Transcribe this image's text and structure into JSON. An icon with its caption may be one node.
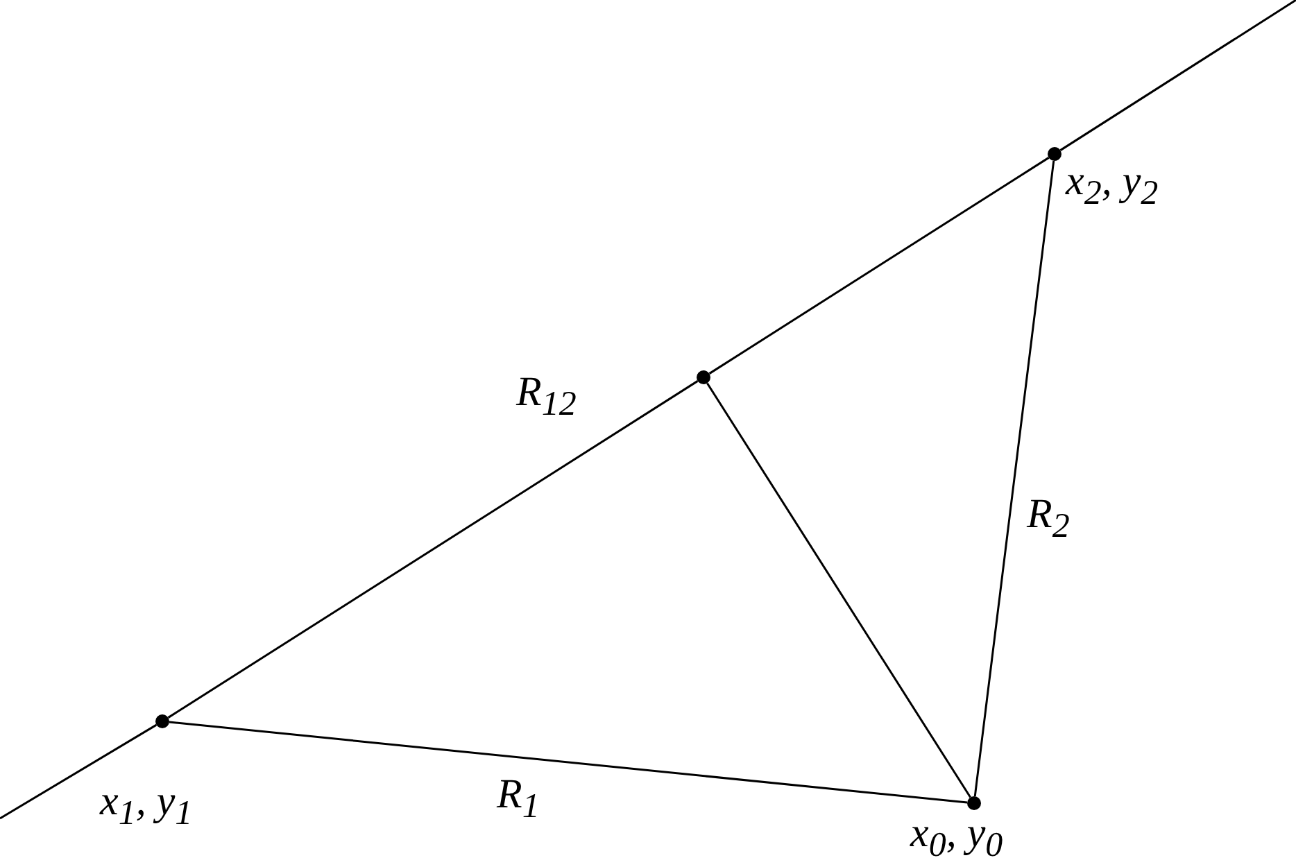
{
  "diagram": {
    "nodes": [
      {
        "text": [
          "x$_{1}$, y$_{1}$"
        ]
      },
      {
        "text": [],
        "shape": "circle"
      },
      {
        "text": [
          "x$_{2}$, y$_{2}$"
        ]
      },
      {
        "text": [
          "x$_{0}$, y$_{0}$"
        ]
      }
    ],
    "edges": [
      {
        "from": null,
        "to": 0,
        "arrow": "none"
      },
      {
        "from": 0,
        "to": 1,
        "arrow": "none",
        "label": "R$_{12}$"
      },
      {
        "from": 1,
        "to": 2,
        "arrow": "none"
      },
      {
        "from": 2,
        "to": null,
        "arrow": "none"
      },
      {
        "from": 0,
        "to": 3,
        "arrow": "none",
        "label": "R$_{1}$"
      },
      {
        "from": 1,
        "to": 3,
        "arrow": "none"
      },
      {
        "from": 2,
        "to": 3,
        "arrow": "none",
        "label": "R$_{2}$"
      }
    ]
  }
}
